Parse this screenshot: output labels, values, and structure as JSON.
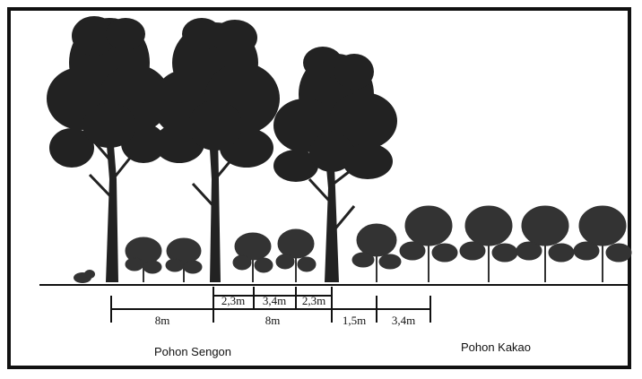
{
  "diagram": {
    "measurements": {
      "row_top": [
        "2,3m",
        "3,4m",
        "2,3m"
      ],
      "row_bottom": [
        "8m",
        "8m",
        "1,5m",
        "3,4m"
      ]
    },
    "captions": {
      "sengon": "Pohon Sengon",
      "kakao": "Pohon Kakao"
    },
    "colors": {
      "ink": "#111111",
      "background": "#ffffff"
    }
  }
}
